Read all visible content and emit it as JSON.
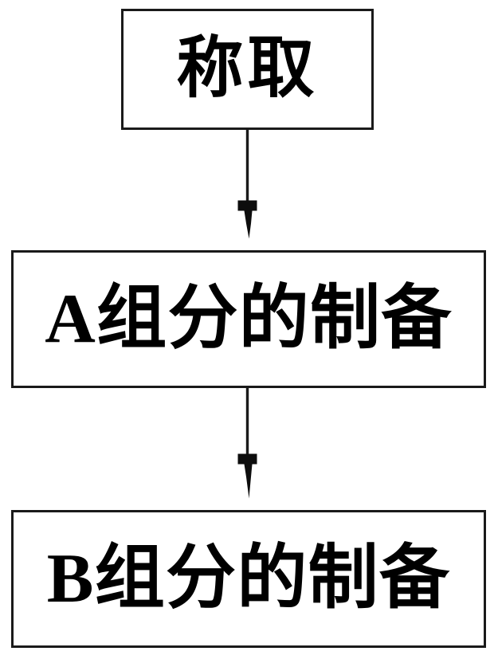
{
  "diagram": {
    "title": "",
    "orientation": "vertical",
    "background_color": "#ffffff",
    "stroke_color": "#1a1a1a",
    "text_color": "#000000",
    "nodes": [
      {
        "id": "weigh",
        "label": "称取",
        "shape": "rectangle",
        "order": 1
      },
      {
        "id": "component-a",
        "label": "A组分的制备",
        "shape": "rectangle",
        "order": 2
      },
      {
        "id": "component-b",
        "label": "B组分的制备",
        "shape": "rectangle",
        "order": 3
      }
    ],
    "edges": [
      {
        "id": "edge-weigh-to-a",
        "from": "weigh",
        "to": "component-a",
        "label": "",
        "arrow": "down"
      },
      {
        "id": "edge-a-to-b",
        "from": "component-a",
        "to": "component-b",
        "label": "",
        "arrow": "down"
      }
    ]
  }
}
